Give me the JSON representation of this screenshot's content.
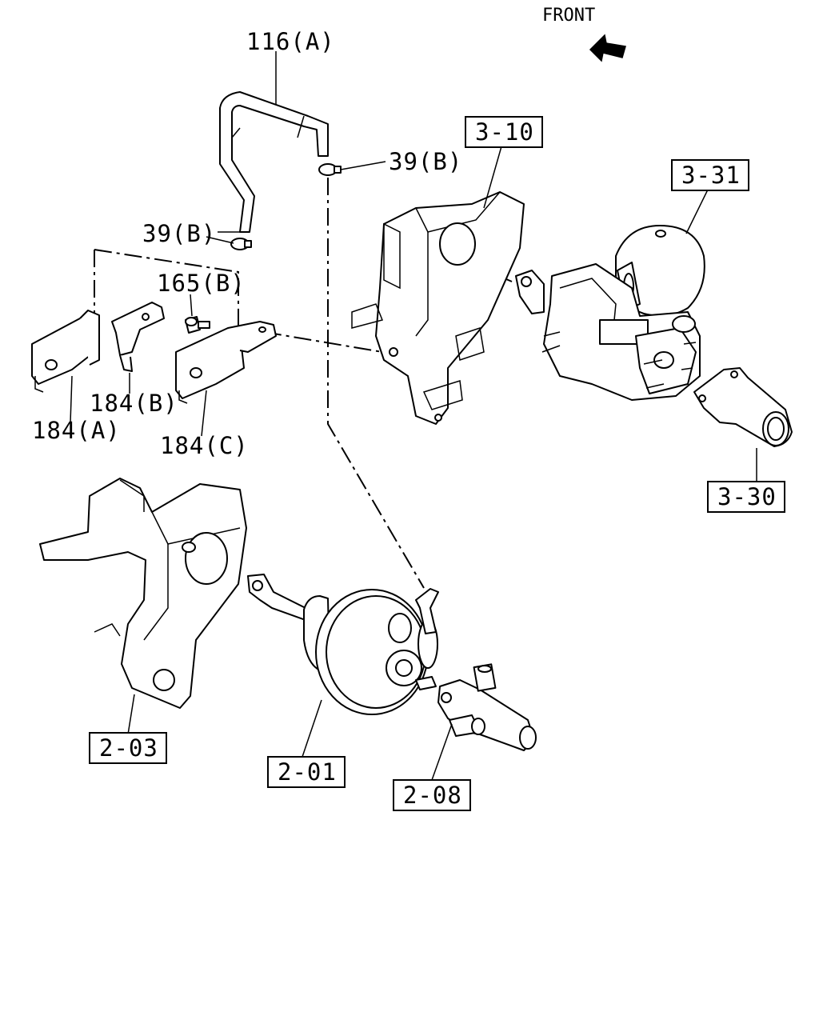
{
  "front_indicator": {
    "label": "FRONT",
    "arrow_icon": "arrow-up-left-icon"
  },
  "labels": {
    "hose_116a": "116(A)",
    "clamp_39b_top": "39(B)",
    "clamp_39b_left": "39(B)",
    "bolt_165b": "165(B)",
    "bracket_184a": "184(A)",
    "bracket_184b": "184(B)",
    "bracket_184c": "184(C)"
  },
  "references": {
    "ref_3_10": "3-10",
    "ref_3_31": "3-31",
    "ref_3_30": "3-30",
    "ref_2_03": "2-03",
    "ref_2_01": "2-01",
    "ref_2_08": "2-08"
  }
}
